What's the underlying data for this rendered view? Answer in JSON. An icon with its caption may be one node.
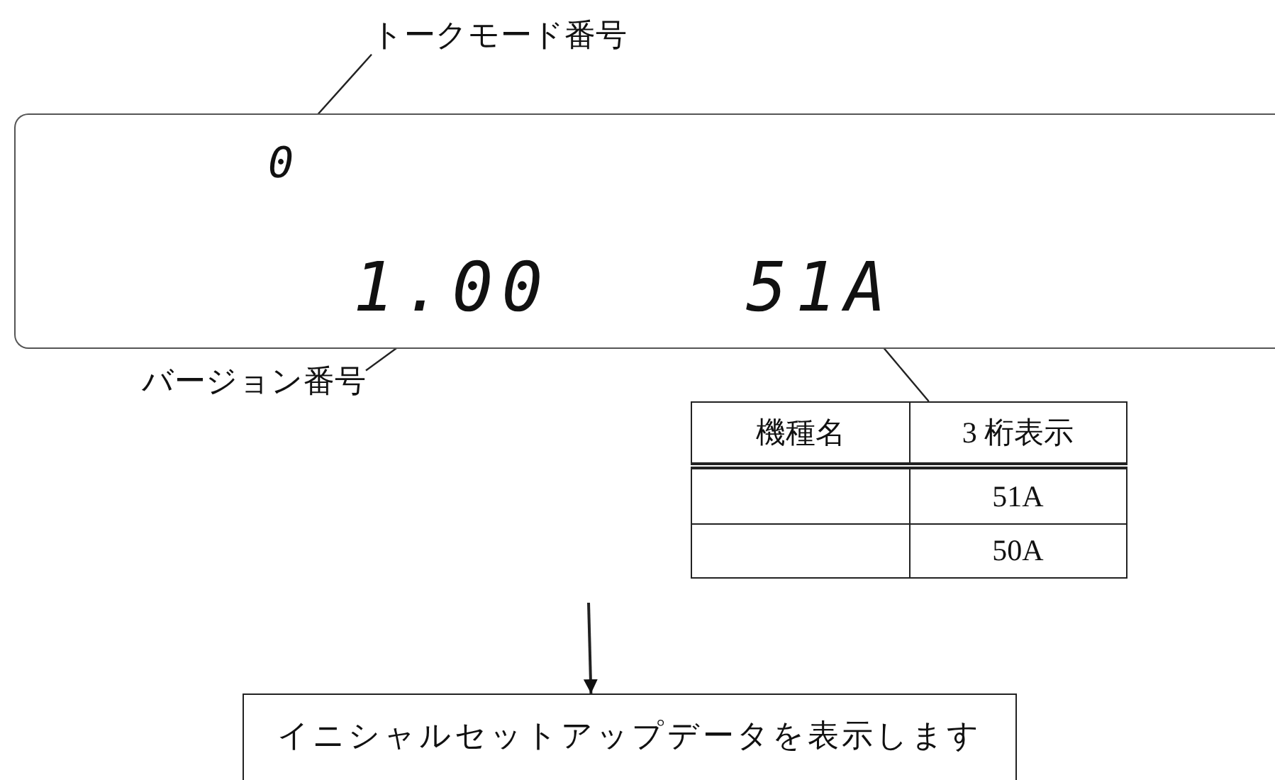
{
  "diagram": {
    "nodes": [
      {
        "text": [],
        "shape": "box"
      },
      {
        "text": [
          "0"
        ],
        "in": 0
      },
      {
        "text": [
          "1.00"
        ],
        "in": 0
      },
      {
        "text": [
          "51A"
        ],
        "in": 0
      },
      {
        "text": [
          "トークモード番号"
        ]
      },
      {
        "text": [
          "バージョン番号"
        ]
      },
      {
        "text": [
          "機種名",
          "3 桁表示",
          "51A",
          "50A"
        ]
      },
      {
        "text": [
          "イニシャルセットアップデータを表示します"
        ]
      }
    ],
    "edges": [
      {
        "from": 4,
        "to": 1,
        "arrow": "none"
      },
      {
        "from": 5,
        "to": 2,
        "arrow": "none"
      },
      {
        "from": 6,
        "to": 3,
        "arrow": "none"
      },
      {
        "from": null,
        "to": 7,
        "arrow": "to"
      }
    ]
  }
}
